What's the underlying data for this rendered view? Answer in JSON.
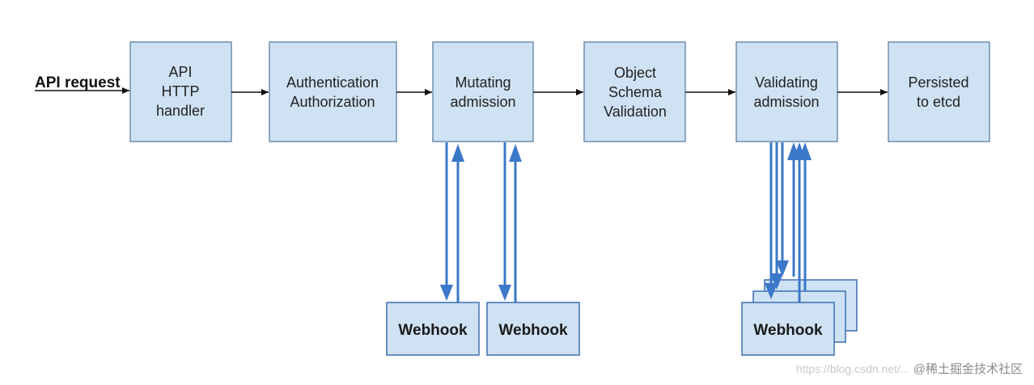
{
  "input_label": "API request",
  "stages": [
    {
      "lines": [
        "API",
        "HTTP",
        "handler"
      ]
    },
    {
      "lines": [
        "Authentication",
        "Authorization"
      ]
    },
    {
      "lines": [
        "Mutating",
        "admission"
      ]
    },
    {
      "lines": [
        "Object",
        "Schema",
        "Validation"
      ]
    },
    {
      "lines": [
        "Validating",
        "admission"
      ]
    },
    {
      "lines": [
        "Persisted",
        "to etcd"
      ]
    }
  ],
  "webhooks": {
    "mutating_1": "Webhook",
    "mutating_2": "Webhook",
    "validating": "Webhook"
  },
  "watermark": {
    "site": "@稀土掘金技术社区",
    "url": "https://blog.csdn.net/..."
  },
  "colors": {
    "box_fill": "#cfe2f3",
    "box_border": "#6d8fb0",
    "webhook_arrow": "#3b78c9"
  }
}
